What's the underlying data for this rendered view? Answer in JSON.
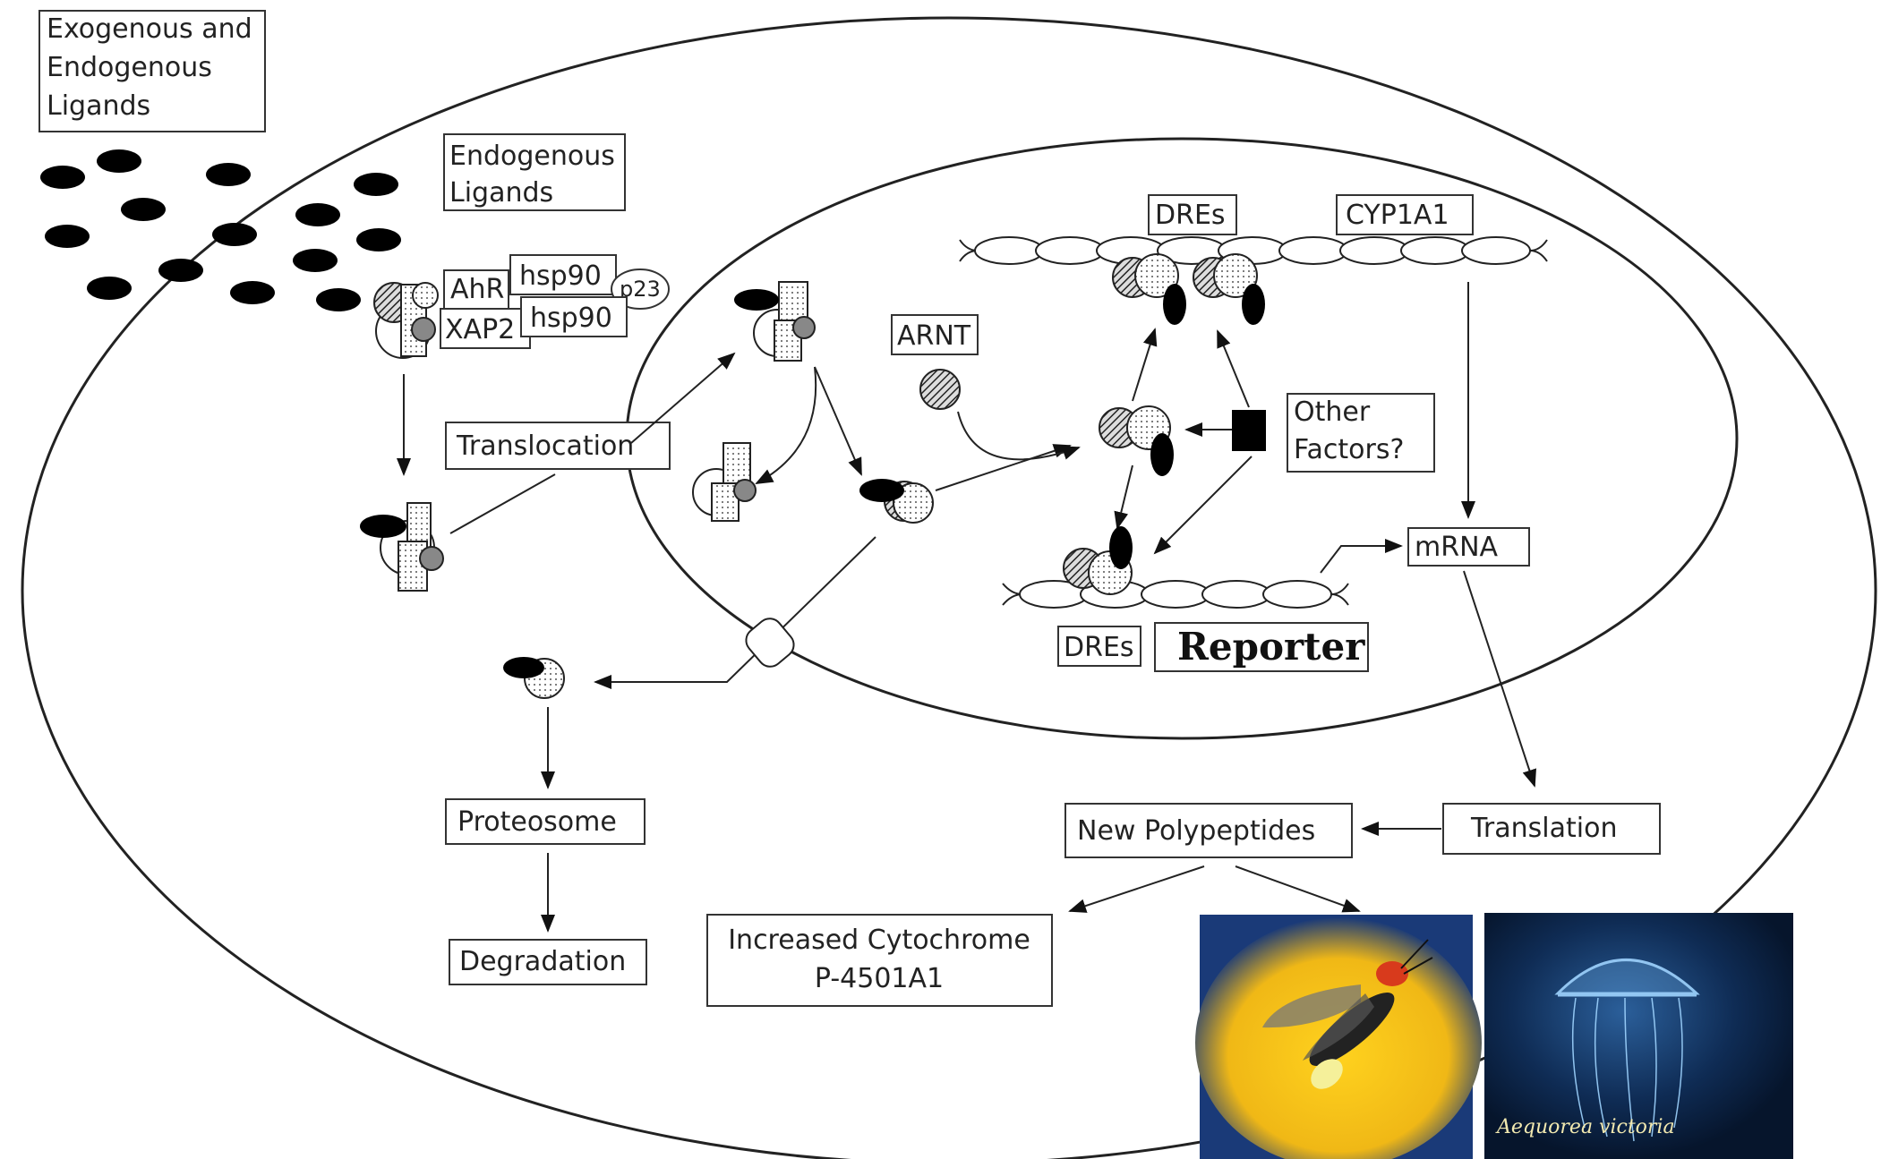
{
  "labels": {
    "exogenous": [
      "Exogenous and",
      "Endogenous",
      "Ligands"
    ],
    "endogenous": [
      "Endogenous",
      "Ligands"
    ],
    "ahr": "AhR",
    "hsp90_top": "hsp90",
    "p23": "p23",
    "xap2": "XAP2",
    "hsp90_bottom": "hsp90",
    "translocation": "Translocation",
    "arnt": "ARNT",
    "dres_top": "DREs",
    "cyp1a1": "CYP1A1",
    "other_factors": [
      "Other",
      "Factors?"
    ],
    "mrna": "mRNA",
    "dres_bottom": "DREs",
    "reporter": "Reporter",
    "proteosome": "Proteosome",
    "degradation": "Degradation",
    "translation": "Translation",
    "new_polypeptides": "New Polypeptides",
    "increased_cyp": [
      "Increased Cytochrome",
      "P-4501A1"
    ],
    "jellyfish_caption": "Aequorea victoria"
  },
  "colors": {
    "stroke": "#222222",
    "ligand": "#000000",
    "firefly_bg": "#1a3a78",
    "firefly_glow": "#f2c21b",
    "jellyfish_bg": "#0a1a3a",
    "jellyfish_glow": "#9fd4ff"
  },
  "icons": {
    "ligand": "black-ellipse",
    "ahr_complex": "receptor-complex",
    "arnt": "hatched-circle",
    "other_factor": "black-square",
    "nuclear_pore": "pore-icon",
    "firefly": "firefly-photo",
    "jellyfish": "jellyfish-photo"
  }
}
